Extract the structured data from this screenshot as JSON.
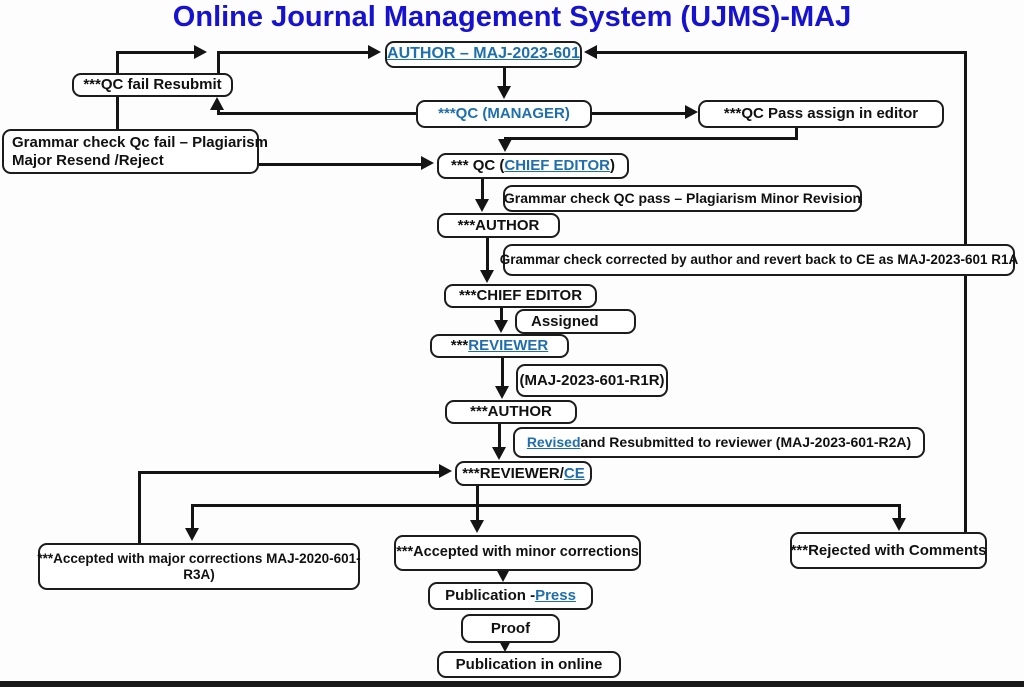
{
  "title": "Online Journal Management System (UJMS)-MAJ",
  "colors": {
    "title_blue": "#1712cf",
    "link_blue": "#1f6fad",
    "line_black": "#141414",
    "box_border": "#1c1c1c",
    "box_fill": "#ffffff"
  },
  "nodes": {
    "author_top": {
      "label": "AUTHOR – MAJ-2023-601"
    },
    "qc_fail_resubmit": {
      "label": "***QC fail Resubmit"
    },
    "grammar_fail": {
      "line1": "Grammar check Qc fail – Plagiarism",
      "line2": "Major Resend /Reject"
    },
    "qc_manager": {
      "label": "***QC (MANAGER)"
    },
    "qc_pass_editor": {
      "label": "***QC Pass assign in editor"
    },
    "qc_ce": {
      "prefix": "*** QC (",
      "link": "CHIEF EDITOR",
      "suffix": ")"
    },
    "grammar_pass": {
      "label": "Grammar check QC pass – Plagiarism Minor Revision"
    },
    "author2": {
      "label": "***AUTHOR"
    },
    "grammar_corrected": {
      "label": "Grammar check corrected by author and revert back to CE as MAJ-2023-601 R1A"
    },
    "chief_editor": {
      "label": "***CHIEF EDITOR"
    },
    "assigned": {
      "label": "Assigned"
    },
    "reviewer": {
      "prefix": "***",
      "link": "REVIEWER"
    },
    "r1r": {
      "label": "(MAJ-2023-601-R1R)"
    },
    "author3": {
      "label": "***AUTHOR"
    },
    "revised": {
      "link": "Revised",
      "suffix": " and Resubmitted to reviewer (MAJ-2023-601-R2A)"
    },
    "reviewer_ce": {
      "prefix": "***REVIEWER/ ",
      "link": "CE"
    },
    "major_corr": {
      "line1": "***Accepted with major corrections MAJ-2020-601-",
      "line2": "R3A)"
    },
    "minor_corr": {
      "label": "***Accepted with minor corrections"
    },
    "rejected": {
      "label": "***Rejected with Comments"
    },
    "pub_press": {
      "prefix": "Publication -",
      "link": "Press"
    },
    "proof": {
      "label": "Proof"
    },
    "pub_online": {
      "label": "Publication in online"
    }
  }
}
